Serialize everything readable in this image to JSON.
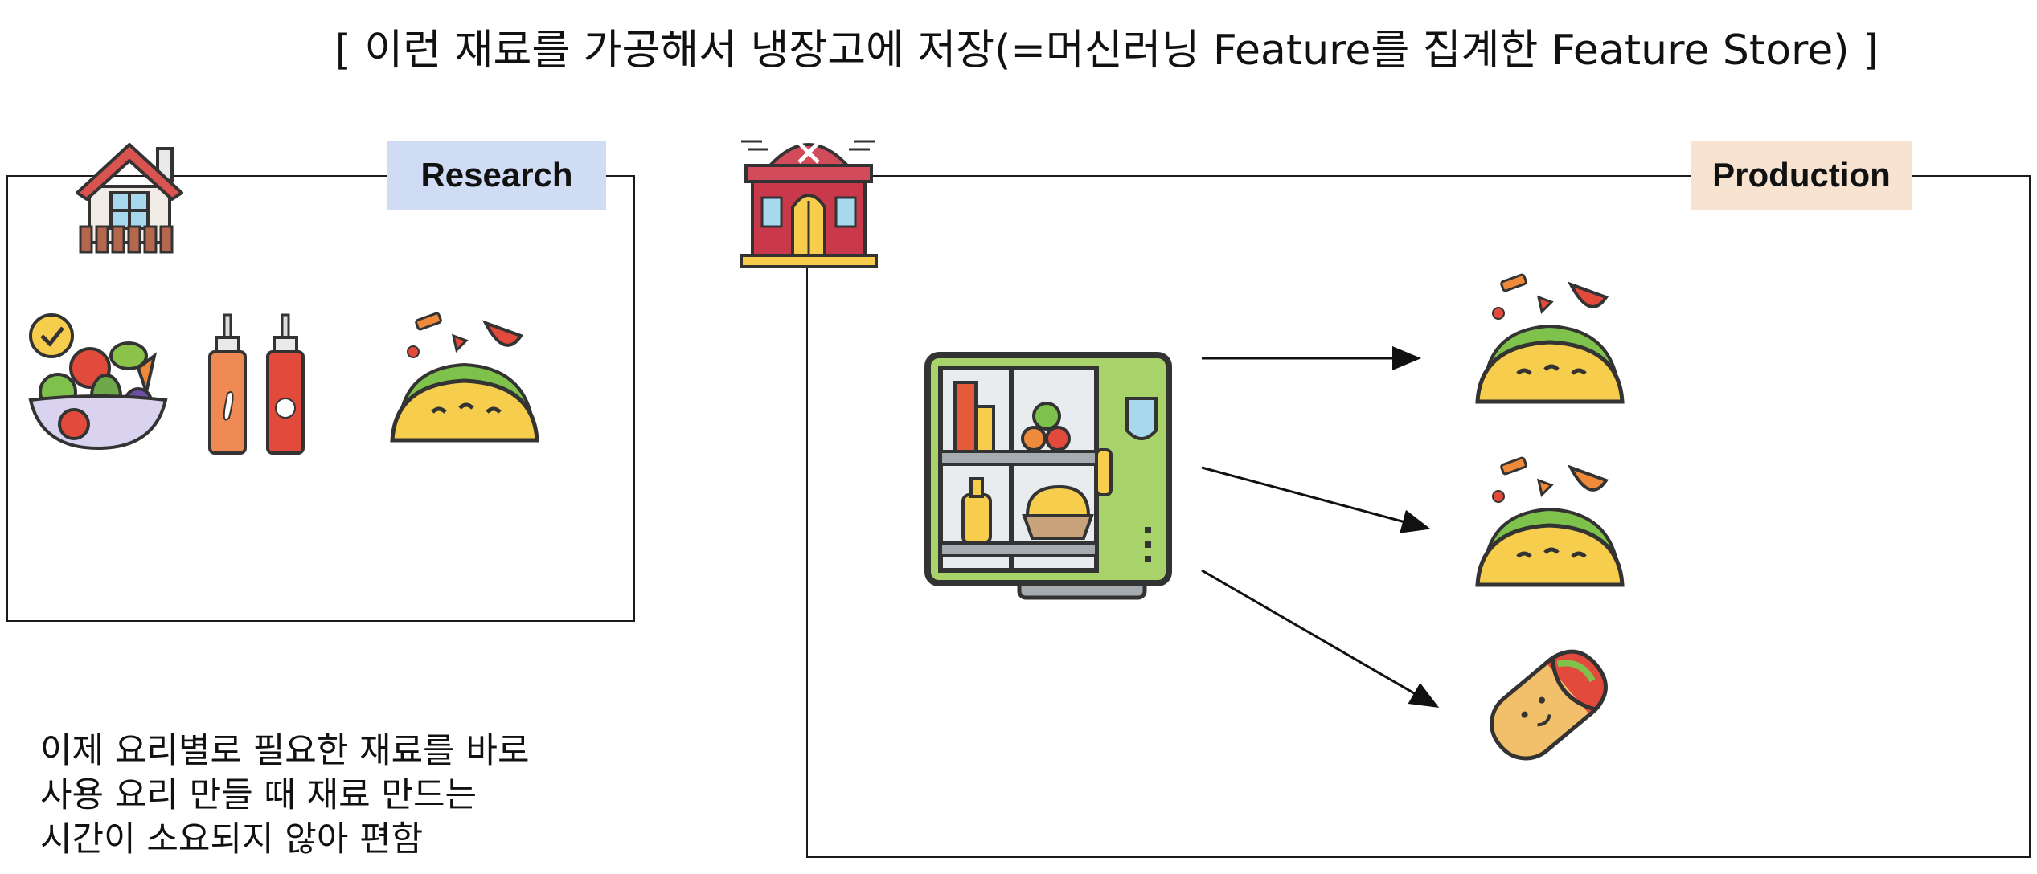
{
  "title": "[ 이런 재료를 가공해서 냉장고에 저장(=머신러닝 Feature를 집계한 Feature Store) ]",
  "research": {
    "label": "Research",
    "items": [
      "house-icon",
      "salad-bowl-icon",
      "sauce-bottles-icon",
      "taco-icon"
    ]
  },
  "production": {
    "label": "Production",
    "items": [
      "restaurant-icon",
      "refrigerator-icon",
      "taco-icon",
      "taco-icon",
      "burrito-icon"
    ]
  },
  "note": {
    "line1": "이제 요리별로 필요한 재료를 바로",
    "line2": "사용 요리 만들 때 재료 만드는",
    "line3": "시간이 소요되지 않아 편함"
  },
  "colors": {
    "research_label_bg": "#cfdcf4",
    "production_label_bg": "#f7e3cf",
    "fridge_green": "#a8d36b",
    "taco_yellow": "#f6cd4c",
    "house_roof": "#d9534f"
  }
}
